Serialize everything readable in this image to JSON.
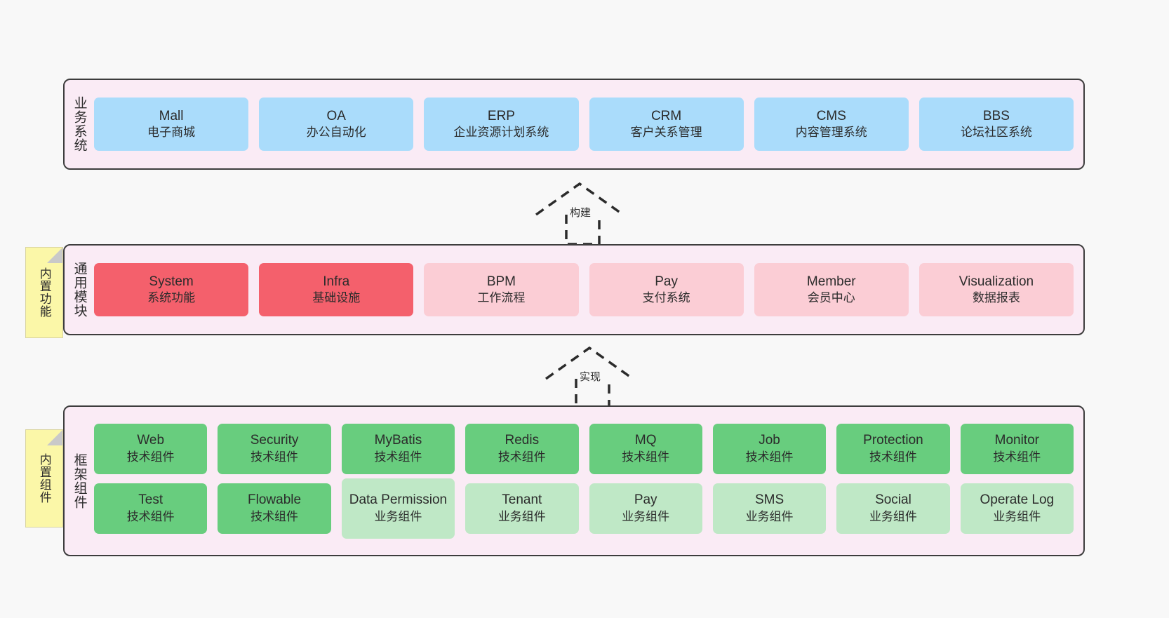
{
  "layers": [
    {
      "name": "business-systems",
      "title": "业务系统",
      "cards": [
        {
          "t1": "Mall",
          "t2": "电子商城",
          "style": "blue"
        },
        {
          "t1": "OA",
          "t2": "办公自动化",
          "style": "blue"
        },
        {
          "t1": "ERP",
          "t2": "企业资源计划系统",
          "style": "blue"
        },
        {
          "t1": "CRM",
          "t2": "客户关系管理",
          "style": "blue"
        },
        {
          "t1": "CMS",
          "t2": "内容管理系统",
          "style": "blue"
        },
        {
          "t1": "BBS",
          "t2": "论坛社区系统",
          "style": "blue"
        }
      ]
    },
    {
      "name": "common-modules",
      "title": "通用模块",
      "note": "内置功能",
      "cards": [
        {
          "t1": "System",
          "t2": "系统功能",
          "style": "red"
        },
        {
          "t1": "Infra",
          "t2": "基础设施",
          "style": "red"
        },
        {
          "t1": "BPM",
          "t2": "工作流程",
          "style": "pink"
        },
        {
          "t1": "Pay",
          "t2": "支付系统",
          "style": "pink"
        },
        {
          "t1": "Member",
          "t2": "会员中心",
          "style": "pink"
        },
        {
          "t1": "Visualization",
          "t2": "数据报表",
          "style": "pink"
        }
      ]
    },
    {
      "name": "framework-components",
      "title": "框架组件",
      "note": "内置组件",
      "row1": [
        {
          "t1": "Web",
          "t2": "技术组件",
          "style": "green"
        },
        {
          "t1": "Security",
          "t2": "技术组件",
          "style": "green"
        },
        {
          "t1": "MyBatis",
          "t2": "技术组件",
          "style": "green"
        },
        {
          "t1": "Redis",
          "t2": "技术组件",
          "style": "green"
        },
        {
          "t1": "MQ",
          "t2": "技术组件",
          "style": "green"
        },
        {
          "t1": "Job",
          "t2": "技术组件",
          "style": "green"
        },
        {
          "t1": "Protection",
          "t2": "技术组件",
          "style": "green"
        },
        {
          "t1": "Monitor",
          "t2": "技术组件",
          "style": "green"
        }
      ],
      "row2": [
        {
          "t1": "Test",
          "t2": "技术组件",
          "style": "green"
        },
        {
          "t1": "Flowable",
          "t2": "技术组件",
          "style": "green"
        },
        {
          "t1": "Data Permission",
          "t2": "业务组件",
          "style": "lgreen",
          "tall": true
        },
        {
          "t1": "Tenant",
          "t2": "业务组件",
          "style": "lgreen"
        },
        {
          "t1": "Pay",
          "t2": "业务组件",
          "style": "lgreen"
        },
        {
          "t1": "SMS",
          "t2": "业务组件",
          "style": "lgreen"
        },
        {
          "t1": "Social",
          "t2": "业务组件",
          "style": "lgreen"
        },
        {
          "t1": "Operate Log",
          "t2": "业务组件",
          "style": "lgreen"
        }
      ]
    }
  ],
  "connectors": [
    {
      "name": "build",
      "label": "构建"
    },
    {
      "name": "implement",
      "label": "实现"
    }
  ],
  "colors": {
    "panel_bg": "#faebf5",
    "panel_border": "#3d3d3d",
    "blue": "#aadcfb",
    "red": "#f4606c",
    "pink": "#fbcdd5",
    "green": "#68cd7e",
    "light_green": "#bfe8c6",
    "note": "#fbf7a8",
    "canvas": "#f8f8f8"
  }
}
